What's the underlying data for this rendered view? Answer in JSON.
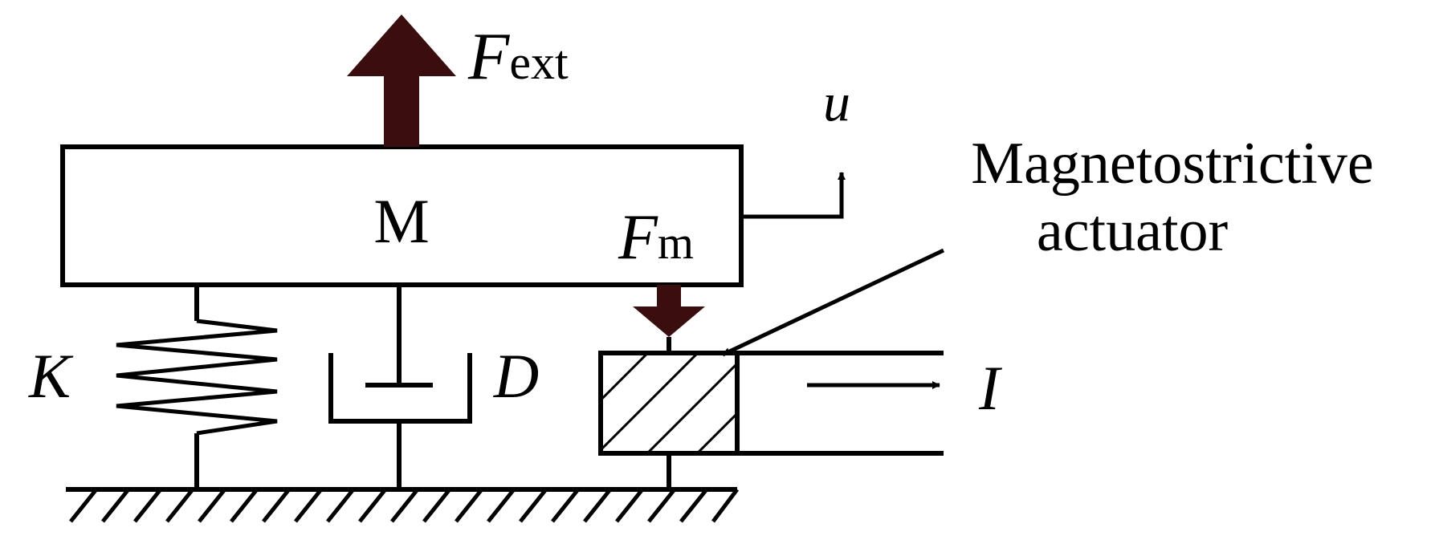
{
  "labels": {
    "mass": "M",
    "f_ext_symbol": "F",
    "f_ext_sub": "ext",
    "f_m_symbol": "F",
    "f_m_sub": "m",
    "displacement": "u",
    "actuator_line1": "Magnetostrictive",
    "actuator_line2": "actuator",
    "stiffness": "K",
    "damping": "D",
    "current": "I"
  },
  "colors": {
    "force_arrow": "#3a0e0e",
    "line": "#000000",
    "background": "#ffffff"
  }
}
